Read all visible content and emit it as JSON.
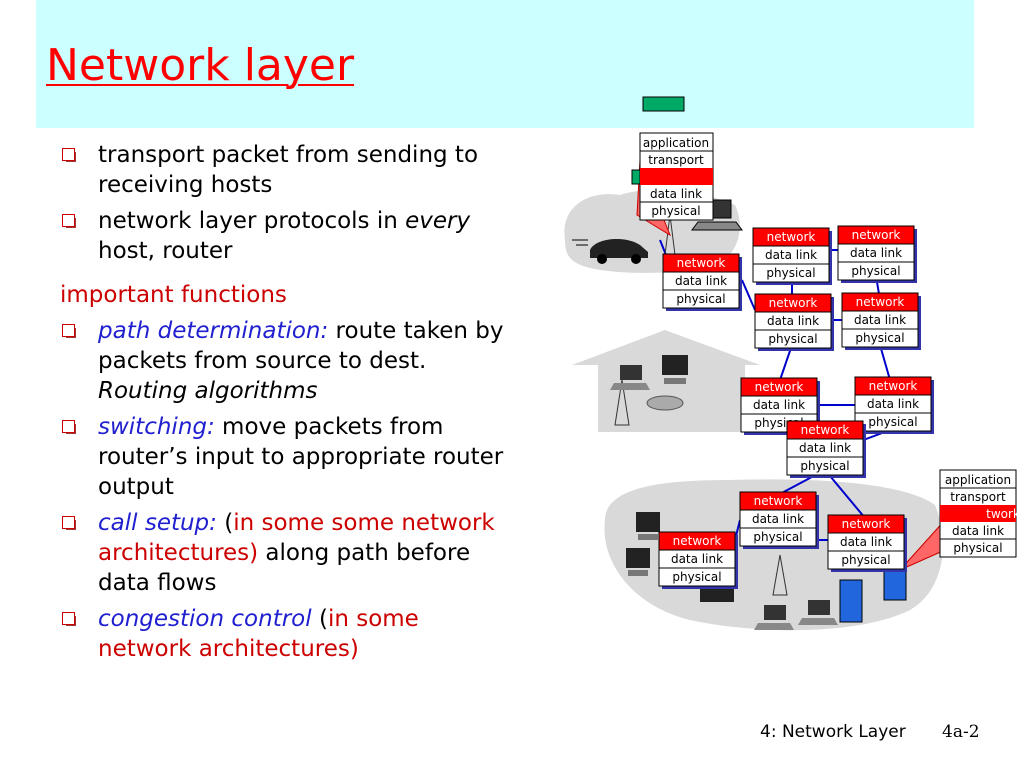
{
  "title": "Network layer",
  "bullets_top": [
    {
      "text": "transport packet from sending to receiving hosts"
    },
    {
      "pre": "network layer protocols in ",
      "em": "every",
      "post": " host, router"
    }
  ],
  "section_heading": "important functions",
  "functions": [
    {
      "term": "path determination:",
      "text_a": " route taken by packets from source to dest. ",
      "em": "Routing algorithms"
    },
    {
      "term": "switching:",
      "text_a": " move packets from router’s input to appropriate router output"
    },
    {
      "term": "call setup:",
      "open": " (",
      "red": "in some some network architectures)",
      "post": " along path before data flows"
    },
    {
      "term": "congestion control",
      "open": " (",
      "red": "in some network architectures)"
    }
  ],
  "stack_labels": {
    "application": "application",
    "transport": "transport",
    "network": "network",
    "datalink": "data link",
    "physical": "physical",
    "network_partial": "twork"
  },
  "footer": {
    "left": "4: Network Layer",
    "right": "4a-2"
  },
  "colors": {
    "title": "#ff0000",
    "band": "#ccffff",
    "term": "#2020d0",
    "red": "#cc0000",
    "network_box": "#ff0000",
    "cloud": "#d9d9d9",
    "packet": "#00aa66"
  }
}
